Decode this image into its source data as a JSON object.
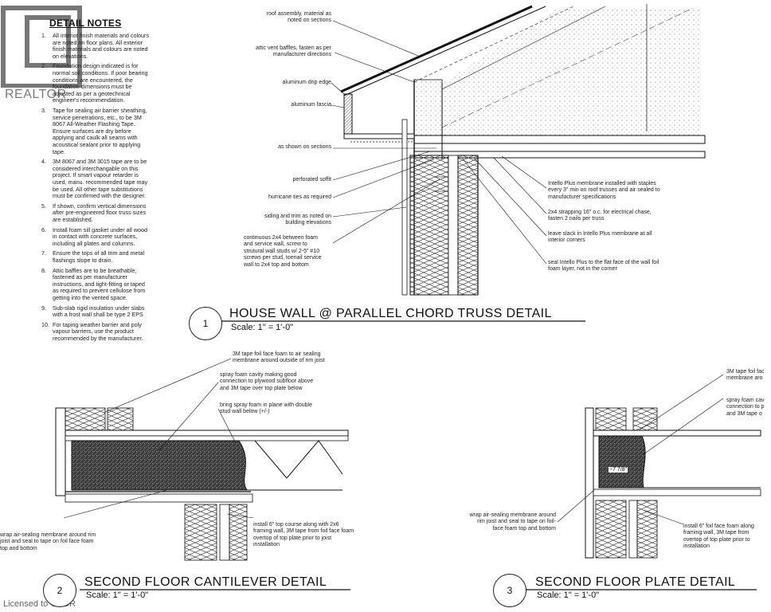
{
  "watermark": {
    "brand_text": "REALTOR",
    "license_text": "Licensed to CAOR"
  },
  "notes": {
    "heading": "DETAIL NOTES",
    "items": [
      {
        "num": "1.",
        "lines": [
          "All interior finish materials and colours",
          "are noted on floor plans. All exterior",
          "finish materials and colours are noted",
          "on elevations."
        ]
      },
      {
        "num": "2.",
        "lines": [
          "Foundation design indicated is for",
          "normal soil conditions. If poor bearing",
          "conditions are encountered, the",
          "foundation dimensions must be",
          "adjusted as per a geotechnical",
          "engineer's recommendation."
        ]
      },
      {
        "num": "3.",
        "lines": [
          "Tape for sealing air barrier sheathing,",
          "service penetrations, etc., to be 3M",
          "8067 All-Weather Flashing Tape.",
          "Ensure surfaces are dry before",
          "applying and caulk all seams with",
          "acoustical sealant prior to applying",
          "tape."
        ]
      },
      {
        "num": "4.",
        "lines": [
          "3M 8067 and 3M 3015 tape are to be",
          "considered interchangable on this",
          "project. If smart vapour retarder is",
          "used, manu. recommended tape may",
          "be used. All other tape substitutions",
          "must be confirmed with the designer."
        ]
      },
      {
        "num": "5.",
        "lines": [
          "If shown, confirm vertical dimensions",
          "after pre-engineered floor truss sizes",
          "are established."
        ]
      },
      {
        "num": "6.",
        "lines": [
          "Install foam sill gasket under all wood",
          "in contact with concrete surfaces,",
          "including all plates and columns."
        ]
      },
      {
        "num": "7.",
        "lines": [
          "Ensure the tops of all trim and metal",
          "flashings slope to drain."
        ]
      },
      {
        "num": "8.",
        "lines": [
          "Attic baffles are to be breathable,",
          "fastened as per manufacturer",
          "instructions, and tight-fitting or taped",
          "as required to prevent cellulose from",
          "getting into the vented space."
        ]
      },
      {
        "num": "9.",
        "lines": [
          "Sub-slab rigid insulation under slabs",
          "with a frost wall shall be type 2 EPS"
        ]
      },
      {
        "num": "10.",
        "lines": [
          "For taping weather barrier and poly",
          "vapour barriers, use the product",
          "recommended by the manufacturer."
        ]
      }
    ]
  },
  "detail1": {
    "number": "1",
    "title": "HOUSE WALL @ PARALLEL CHORD TRUSS DETAIL",
    "scale": "Scale: 1\" = 1'-0\"",
    "left_labels": [
      [
        "roof assembly, material as",
        "noted on sections"
      ],
      [
        "attic vent baffles, fasten as per",
        "manufacturer directions"
      ],
      [
        "aluminum drip edge"
      ],
      [
        "aluminum fascia"
      ],
      [
        "as shown on sections"
      ],
      [
        "perforated soffit"
      ],
      [
        "hurricane ties as required"
      ],
      [
        "siding and trim as noted on",
        "building elevations"
      ],
      [
        "continuous 2x4 between foam",
        "and service wall, screw to",
        "strutural wall studs w/ 2-5\" #10",
        "screws per stud, toenail service",
        "wall to 2x4 top and bottom"
      ]
    ],
    "right_labels": [
      [
        "Intello Plus membrane installed with staples",
        "every 3\" min on roof trusses and air sealed to",
        "manufacturer specifications"
      ],
      [
        "2x4 strapping 16\" o.c. for electrical chase,",
        "fasten 2 nails per truss"
      ],
      [
        "leave slack in Intello Plus membrane at all",
        "interior corners"
      ],
      [
        "seal Intello Plus to the flat face of the wall foil",
        "foam layer, not in the corner"
      ]
    ]
  },
  "detail2": {
    "number": "2",
    "title": "SECOND FLOOR CANTILEVER DETAIL",
    "scale": "Scale: 1\" = 1'-0\"",
    "top_labels": [
      [
        "3M tape foil face foam to air sealing",
        "membrane around outside of rim joist"
      ],
      [
        "spray foam cavity making good",
        "connection to plywood subfloor above",
        "and 3M tape over top plate below"
      ],
      [
        "bring spray foam in plane with double",
        "stud wall below (+/-)"
      ]
    ],
    "left_label": [
      "wrap air-sealing membrane around rim",
      "joist and seal to tape on foil face foam",
      "top and bottom"
    ],
    "right_label": [
      "install 6\" top course along with 2x6",
      "framing wall, 3M tape from foil face foam",
      "overtop of top plate prior to joist",
      "installation"
    ]
  },
  "detail3": {
    "number": "3",
    "title": "SECOND FLOOR PLATE DETAIL",
    "scale": "Scale: 1\" = 1'-0\"",
    "top_labels": [
      [
        "3M tape foil fac",
        "membrane aro"
      ],
      [
        "spray foam cav",
        "connection to p",
        "and 3M tape o"
      ]
    ],
    "left_label": [
      "wrap air-sealing membrane around",
      "rim joist and seal to tape on foil-",
      "face foam top and bottom"
    ],
    "right_label": [
      "install 6\" foil face foam along",
      "framing wall, 3M tape from",
      "overtop of top plate prior to",
      "installation"
    ],
    "dimension": "~7 7/8\""
  }
}
